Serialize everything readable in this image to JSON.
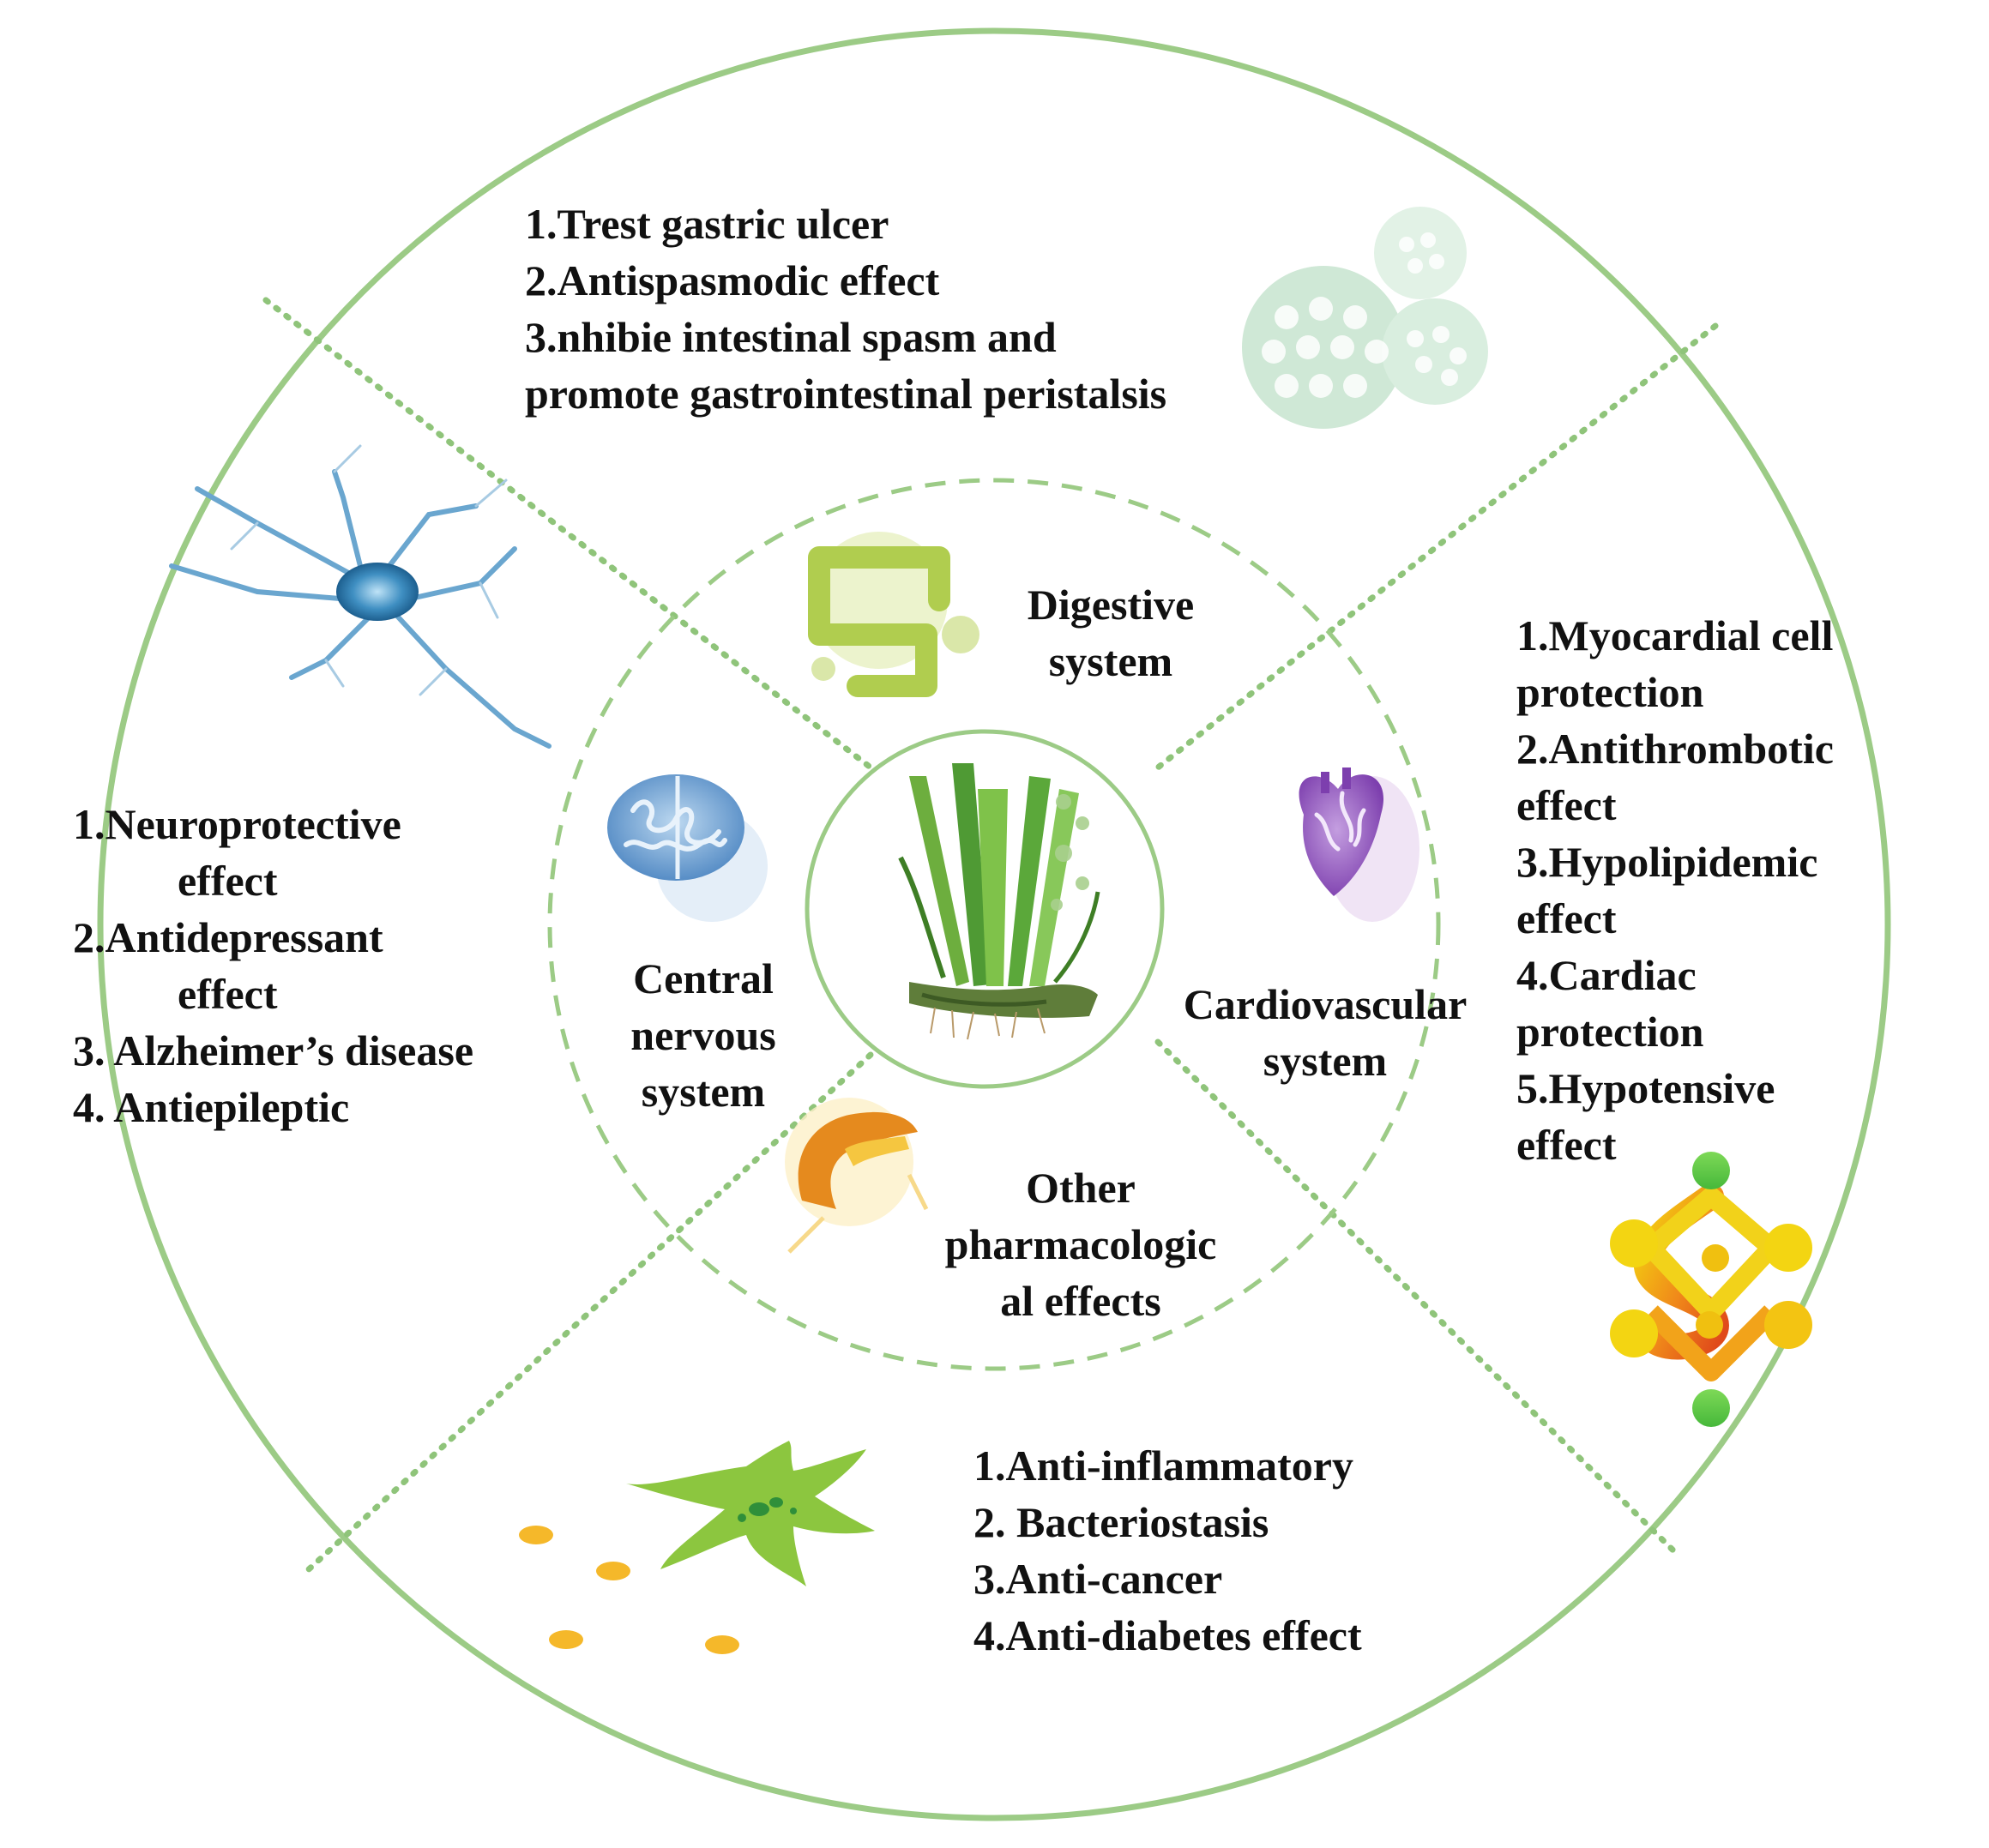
{
  "colors": {
    "ring": "#9ccb86",
    "divider": "#8fc47a",
    "text": "#111111"
  },
  "center": {
    "image": "calamus-plant-illustration"
  },
  "systems": {
    "digestive": {
      "line1": "Digestive",
      "line2": "system",
      "icon": "intestine-icon"
    },
    "cns": {
      "line1": "Central",
      "line2": "nervous",
      "line3": "system",
      "icon": "brain-icon"
    },
    "cardiovascular": {
      "line1": "Cardiovascular",
      "line2": "system",
      "icon": "heart-icon"
    },
    "other": {
      "line1": "Other",
      "line2": "pharmacologic",
      "line3": "al effects",
      "icon": "pancreas-icon"
    }
  },
  "effects": {
    "digestive": [
      "1.Trest gastric ulcer",
      "2.Antispasmodic effect",
      "3.nhibie intestinal spasm and",
      "promote gastrointestinal peristalsis"
    ],
    "cns": [
      "1.Neuroprotective",
      "effect",
      "2.Antidepressant",
      "effect",
      "3. Alzheimer’s disease",
      "4. Antiepileptic"
    ],
    "cardiovascular": [
      "1.Myocardial cell",
      "protection",
      "2.Antithrombotic",
      "effect",
      "3.Hypolipidemic",
      "effect",
      "4.Cardiac",
      "protection",
      "5.Hypotensive",
      "effect"
    ],
    "other": [
      "1.Anti-inflammatory",
      "2. Bacteriostasis",
      "3.Anti-cancer",
      "4.Anti-diabetes effect"
    ]
  },
  "decorations": [
    "cell-clusters-icon",
    "neuron-icon",
    "molecule-icon",
    "bacteria-icon"
  ]
}
